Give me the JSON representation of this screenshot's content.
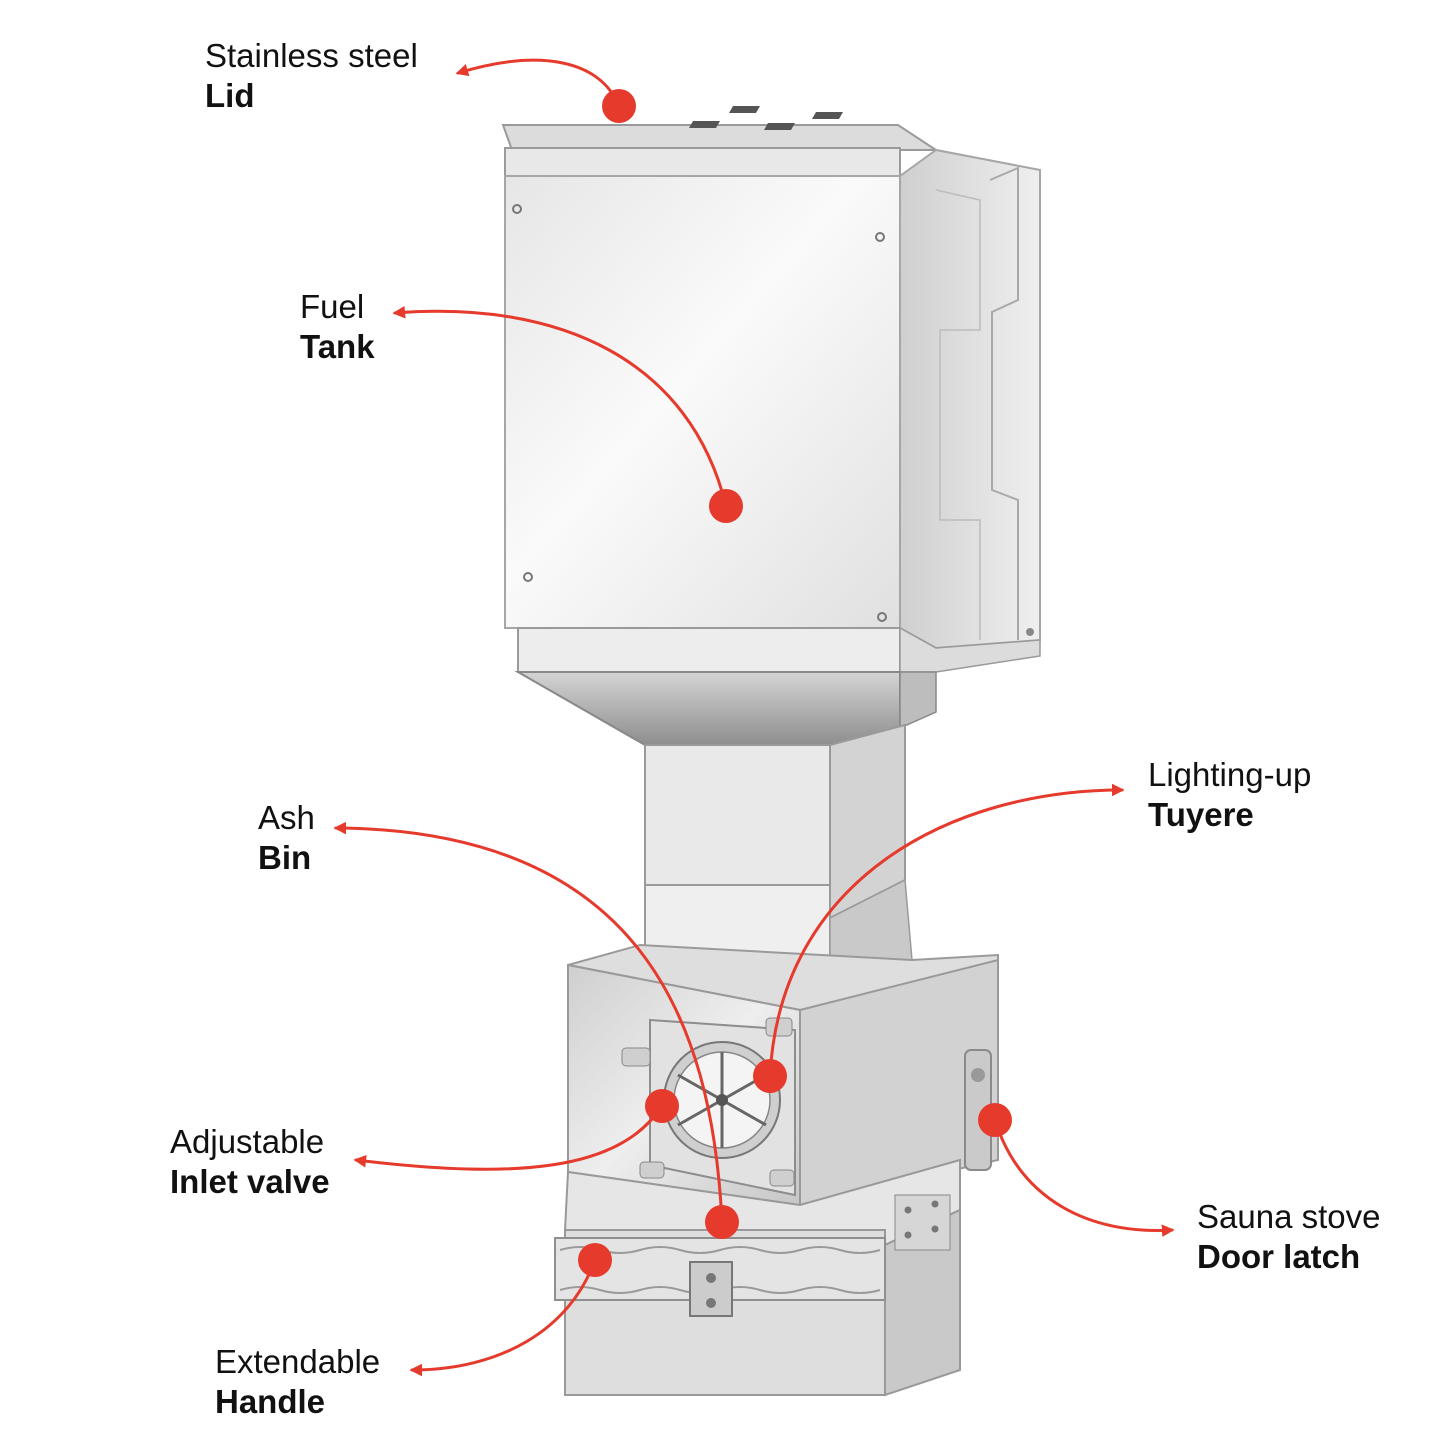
{
  "labels": {
    "lid": {
      "line1": "Stainless steel",
      "line2": "Lid"
    },
    "fuel_tank": {
      "line1": "Fuel",
      "line2": "Tank"
    },
    "lighting_tuyere": {
      "line1": "Lighting-up",
      "line2": "Tuyere"
    },
    "ash_bin": {
      "line1": "Ash",
      "line2": "Bin"
    },
    "inlet_valve": {
      "line1": "Adjustable",
      "line2": "Inlet valve"
    },
    "door_latch": {
      "line1": "Sauna stove",
      "line2": "Door latch"
    },
    "handle": {
      "line1": "Extendable",
      "line2": "Handle"
    }
  },
  "colors": {
    "callout": "#e53a2c",
    "steel_light": "#f2f2f2",
    "steel_mid": "#d9d9d9",
    "steel_dark": "#9a9a9a",
    "text": "#111111"
  }
}
